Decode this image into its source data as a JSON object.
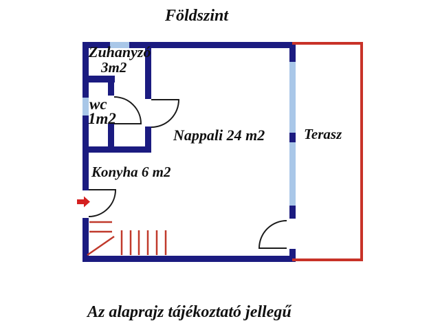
{
  "title": "Földszint",
  "caption": "Az alaprajz tájékoztató jellegű",
  "rooms": {
    "zuhanyzo": {
      "label": "Zuhanyzó",
      "area": "3m2"
    },
    "wc": {
      "label": "wc",
      "area": "1m2"
    },
    "nappali": {
      "label": "Nappali 24 m2"
    },
    "konyha": {
      "label": "Konyha 6 m2"
    },
    "terasz": {
      "label": "Terasz"
    }
  },
  "colors": {
    "wall": "#1b1b80",
    "window": "#a9c7e8",
    "terrace": "#c83228",
    "stair": "#c0392b",
    "arrow": "#d42020",
    "door": "#1a1a1a",
    "text": "#111111"
  }
}
